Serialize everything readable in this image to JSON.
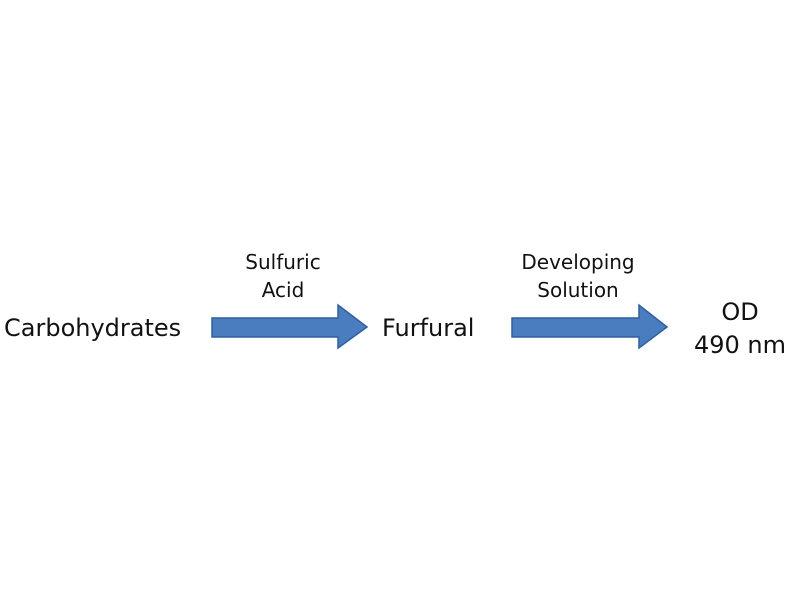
{
  "nodes": {
    "start": "Carbohydrates",
    "middle": "Furfural",
    "end_line1": "OD",
    "end_line2": "490 nm"
  },
  "arrows": [
    {
      "label_line1": "Sulfuric",
      "label_line2": "Acid"
    },
    {
      "label_line1": "Developing",
      "label_line2": "Solution"
    }
  ],
  "colors": {
    "arrow_fill": "#4a7dc0",
    "arrow_stroke": "#2f5f9e"
  }
}
